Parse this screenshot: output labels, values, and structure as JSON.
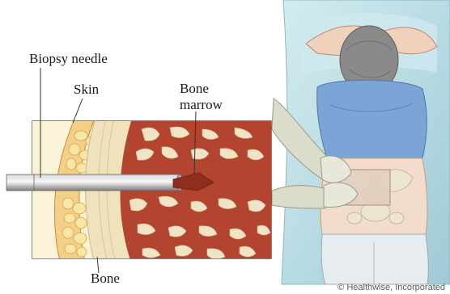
{
  "labels": {
    "needle": "Biopsy needle",
    "skin": "Skin",
    "marrow_line1": "Bone",
    "marrow_line2": "marrow",
    "bone": "Bone"
  },
  "credit": "© Healthwise, Incorporated",
  "colors": {
    "skin": "#f3cf88",
    "fat": "#f7e6a6",
    "bone": "#efe2bd",
    "marrow": "#b34530",
    "marrow_dark": "#8f2e1f",
    "needle": "#9a9a9a",
    "sheet": "#b9dbe3",
    "gown": "#7da4d6",
    "hair": "#8a8a8a",
    "glove": "#dcdccb"
  }
}
